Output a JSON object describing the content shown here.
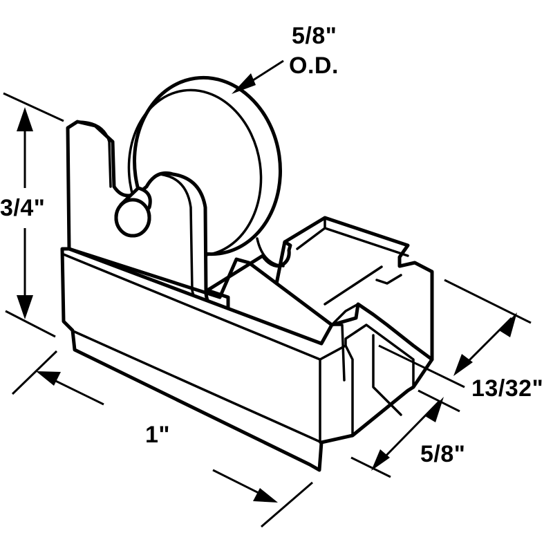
{
  "dimensions": {
    "wheel_diameter": {
      "value": "5/8\"",
      "note": "O.D."
    },
    "height": "3/4\"",
    "length": "1\"",
    "depth": "13/32\"",
    "width": "5/8\""
  },
  "colors": {
    "line": "#000000",
    "background": "#ffffff"
  }
}
